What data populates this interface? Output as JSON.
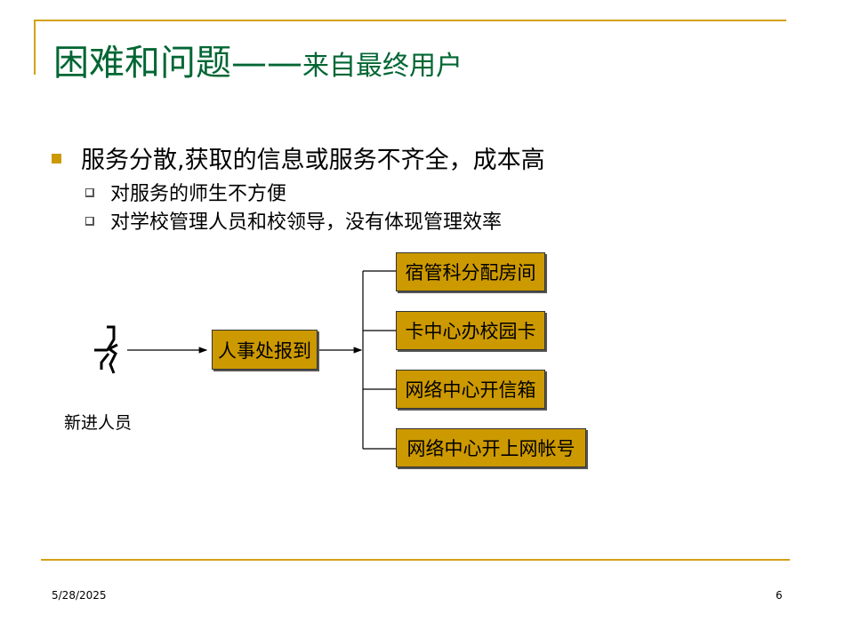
{
  "title": {
    "main": "困难和问题——",
    "sub": "来自最终用户"
  },
  "bullets": [
    {
      "text": "服务分散,获取的信息或服务不齐全，成本高",
      "children": [
        "对服务的师生不方便",
        "对学校管理人员和校领导，没有体现管理效率"
      ]
    }
  ],
  "diagram": {
    "actor_label": "新进人员",
    "center": "人事处报到",
    "targets": [
      "宿管科分配房间",
      "卡中心办校园卡",
      "网络中心开信箱",
      "网络中心开上网帐号"
    ]
  },
  "footer": {
    "date": "5/28/2025",
    "page": "6"
  },
  "colors": {
    "accent": "#CC9900",
    "title": "#006633",
    "rule": "#D4A017"
  }
}
